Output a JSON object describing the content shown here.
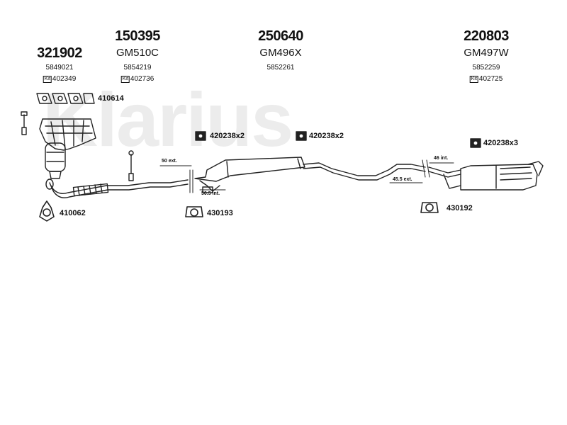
{
  "watermark": "Klarius",
  "groups": [
    {
      "part": "321902",
      "oe": "5849021",
      "kit_label": "Kit",
      "kit": "402349"
    },
    {
      "part": "150395",
      "code": "GM510C",
      "oe": "5854219",
      "kit_label": "Kit",
      "kit": "402736"
    },
    {
      "part": "250640",
      "code": "GM496X",
      "oe": "5852261"
    },
    {
      "part": "220803",
      "code": "GM497W",
      "oe": "5852259",
      "kit_label": "Kit",
      "kit": "402725"
    }
  ],
  "labels": {
    "gasket": "410614",
    "flange": "410062",
    "mount_a": "420238x2",
    "mount_b": "420238x2",
    "mount_c": "420238x3",
    "hanger_a": "430193",
    "hanger_b": "430192"
  },
  "dims": {
    "d1": "50 ext.",
    "d2": "50.5 int.",
    "d3": "46 int.",
    "d4": "45.5 ext."
  }
}
